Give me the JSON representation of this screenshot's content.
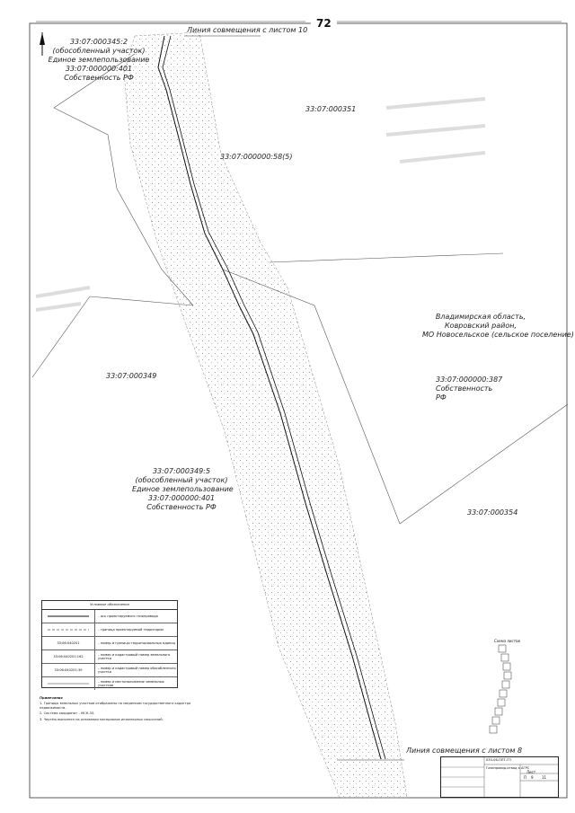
{
  "page_number": "72",
  "match_lines": {
    "top": "Линия совмещения с листом 10",
    "bottom": "Линия совмещения с листом 8"
  },
  "parcels": {
    "p1": [
      "33:07:000345:2",
      "(обособленный участок)",
      "Единое землепользование",
      "33:07:000000:401",
      "Собственность РФ"
    ],
    "p2": "33:07:000351",
    "p3": "33:07:000000:58(5)",
    "p4": "33:07:000349",
    "p5": [
      "33:07:000349:5",
      "(обособленный участок)",
      "Единое землепользование",
      "33:07:000000:401",
      "Собственность РФ"
    ],
    "p6": [
      "33:07:000000:387",
      "Собственность",
      "РФ"
    ],
    "p7": "33:07:000354"
  },
  "region_text": [
    "Владимирская область,",
    "Ковровский район,",
    "МО Новосельское (сельское поселение)"
  ],
  "legend": {
    "title": "Условные обозначения",
    "rows": [
      {
        "text": "– ось проектируемого газопровода"
      },
      {
        "text": "– граница проектируемой территории"
      },
      {
        "text": "– номер и границы территориальных единиц",
        "sample": "33:06:040201"
      },
      {
        "text": "– номер и кадастровый номер земельного участка",
        "sample": "33:06:040201:162"
      },
      {
        "text": "– номер и кадастровый номер обособленного участка",
        "sample": "33:06:040201:39"
      },
      {
        "text": "– номер и местоположение земельных участков"
      }
    ]
  },
  "minimap": {
    "title": "Схема листов",
    "sheets": [
      "2",
      "3",
      "4",
      "5",
      "6",
      "7",
      "8",
      "9",
      "10",
      "11"
    ]
  },
  "notes": {
    "title": "Примечания",
    "lines": [
      "1. Границы земельных участков отображены по сведениям государственного кадастра недвижимости.",
      "2. Система координат – МСК-33.",
      "3. Чертёж выполнен на основании материалов инженерных изысканий."
    ]
  },
  "stamp": {
    "code": "033-06-ППТ-ГП",
    "title": "Газопровод-отвод к АГРС",
    "sheet_label": "Лист",
    "sheet": "9",
    "sheets_total": "11",
    "stage": "П"
  }
}
